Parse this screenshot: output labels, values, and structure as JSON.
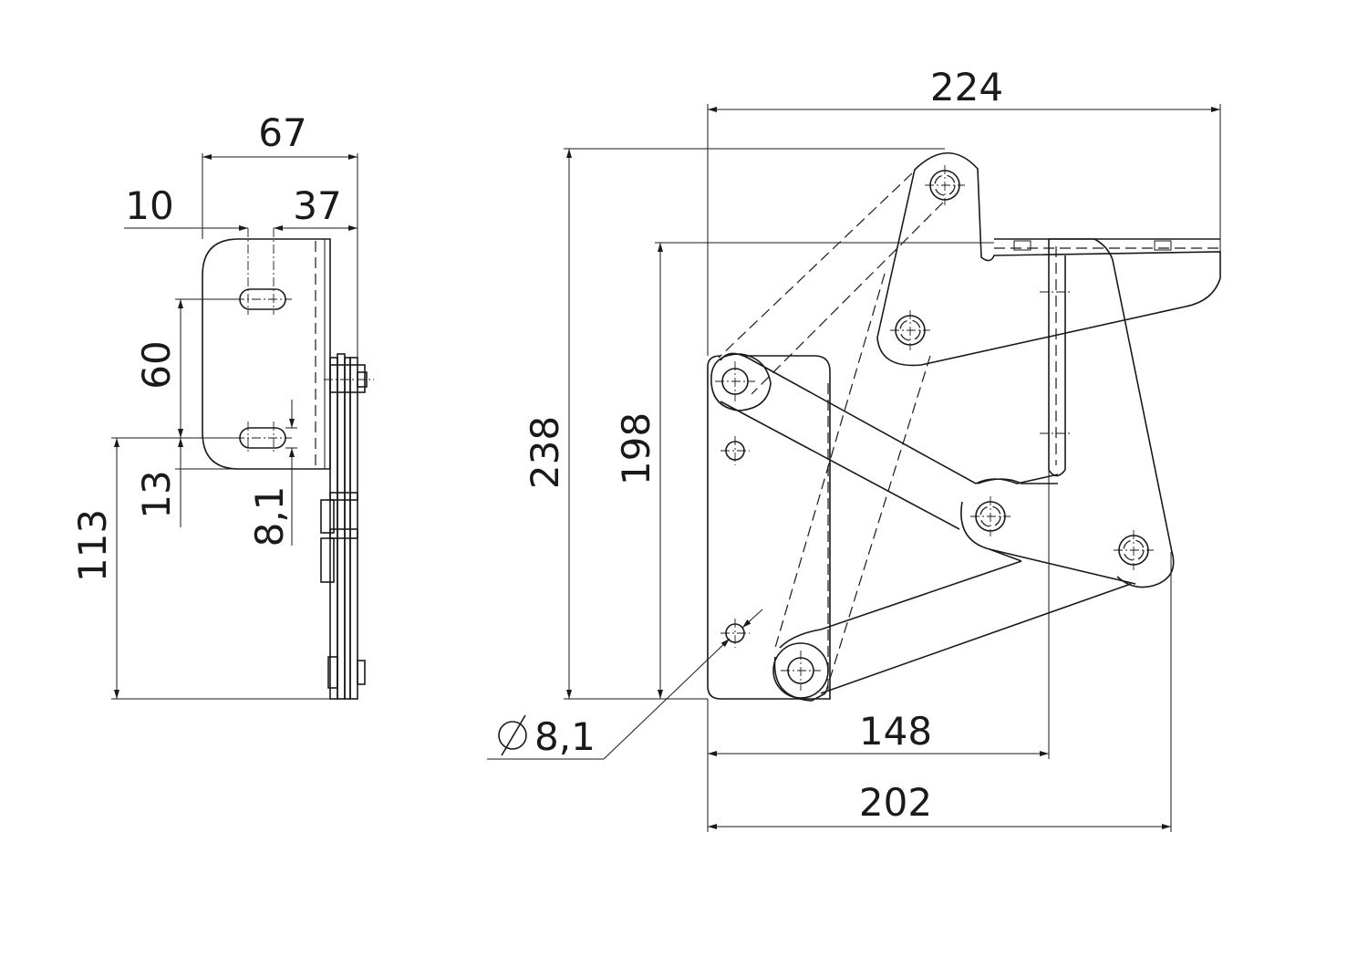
{
  "side_view": {
    "dim_overall_width": "67",
    "dim_slot_width": "10",
    "dim_slot_to_edge": "37",
    "dim_slot_spacing": "60",
    "dim_slot_height": "13",
    "dim_slot_size": "8,1",
    "dim_mount_height": "113"
  },
  "front_view": {
    "dim_overall_width_top": "224",
    "dim_overall_height": "238",
    "dim_inner_height": "198",
    "dim_base_width": "148",
    "dim_open_width": "202",
    "dim_hole_diameter": "8,1"
  },
  "colors": {
    "line": "#1a1a1a",
    "background": "#ffffff"
  }
}
